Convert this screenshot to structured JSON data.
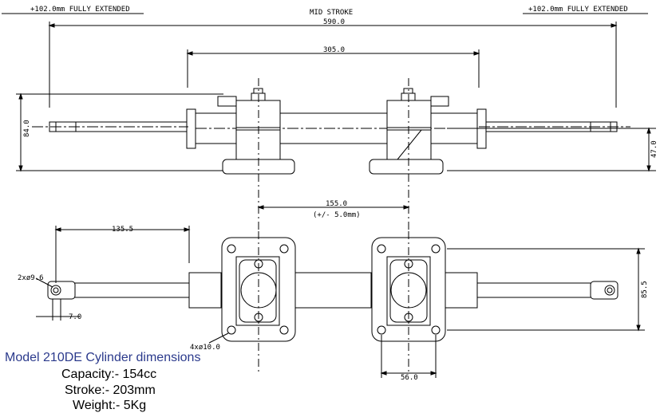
{
  "dimensions": {
    "left_extension": "+102.0mm   FULLY EXTENDED",
    "right_extension": "+102.0mm   FULLY EXTENDED",
    "mid_stroke": "MID STROKE",
    "overall_length": "590.0",
    "body_length": "305.0",
    "height_total": "84.0",
    "height_rod": "47.0",
    "mount_spacing": "155.0",
    "mount_tolerance": "(+/- 5.0mm)",
    "rod_end_offset": "135.5",
    "rod_eye_hole": "2xø9.6",
    "rod_eye_width": "7.0",
    "mount_holes": "4xø10.0",
    "mount_width": "56.0",
    "mount_height": "85.5"
  },
  "caption": {
    "title": "Model 210DE Cylinder dimensions",
    "capacity": "Capacity:- 154cc",
    "stroke": "Stroke:- 203mm",
    "weight": "Weight:- 5Kg"
  }
}
